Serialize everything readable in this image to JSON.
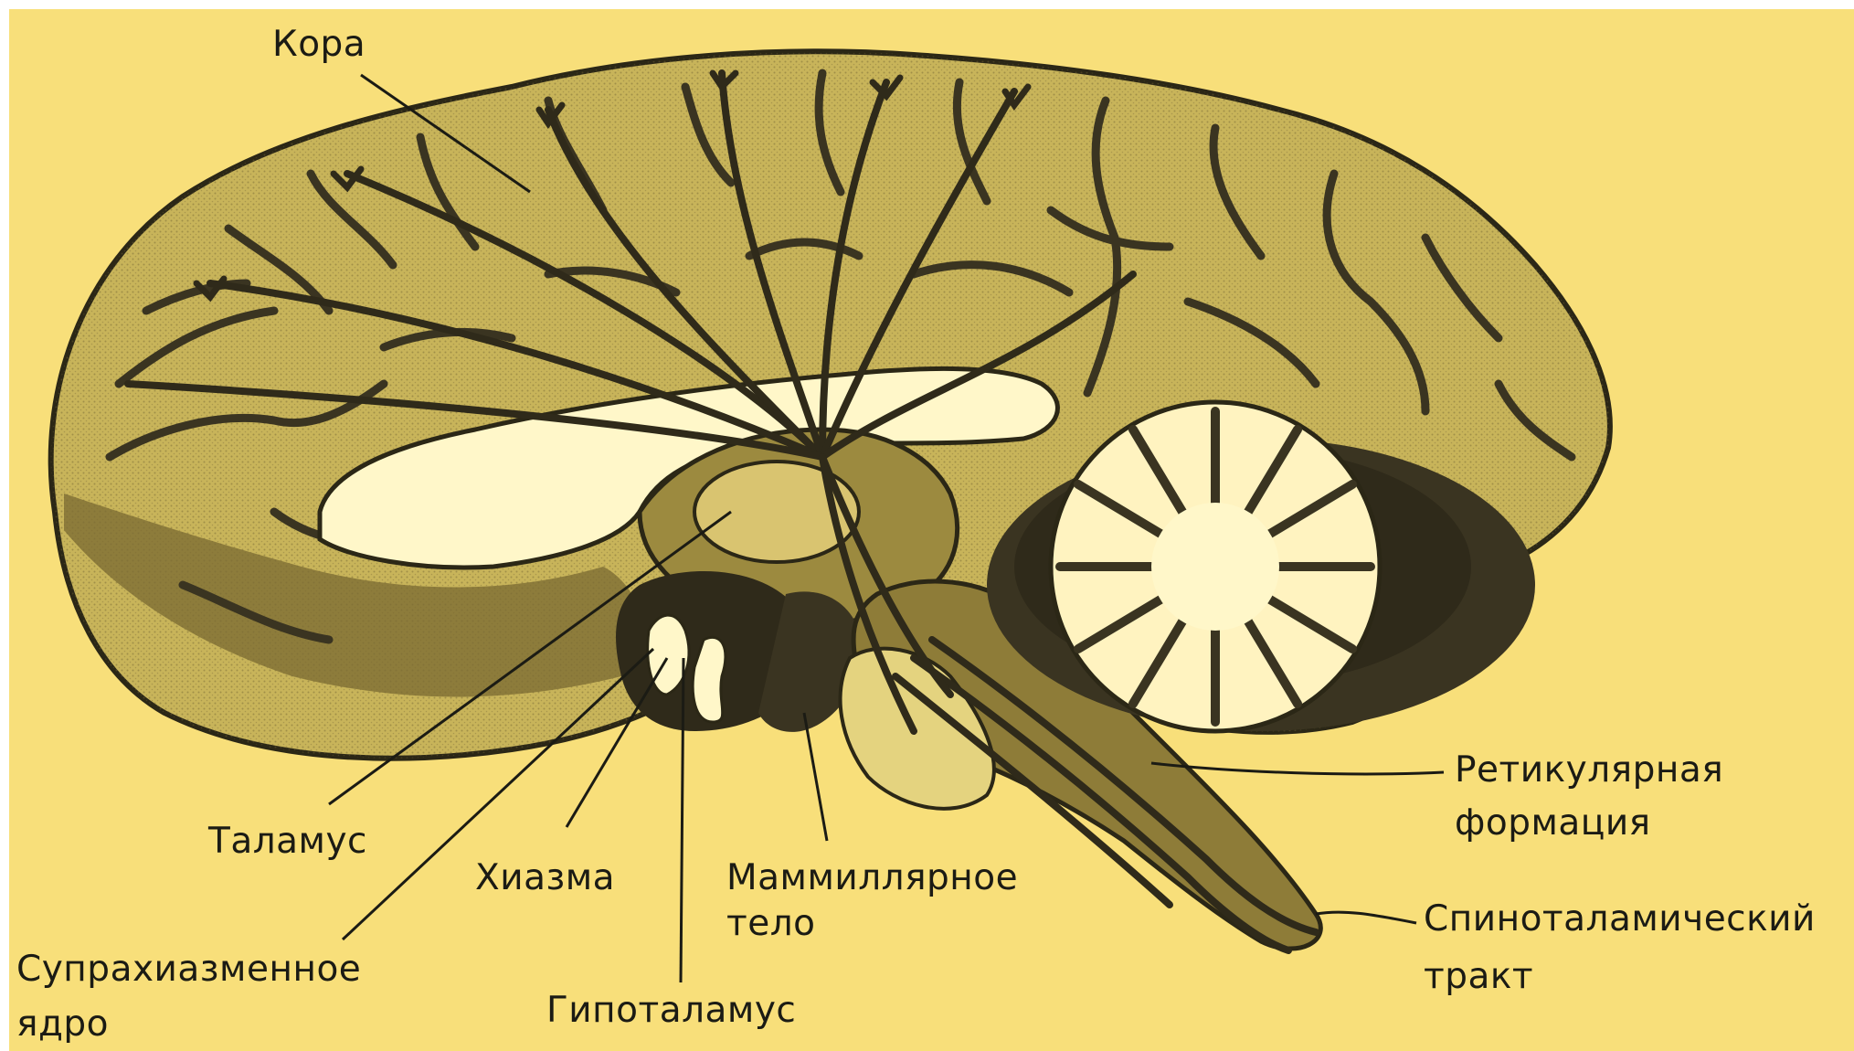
{
  "colors": {
    "background": "#f8df7a",
    "ink": "#1b1b14",
    "cortex_shade": "#b5a24c",
    "deep_shade": "#3a3421",
    "white_matter": "#fff7c9"
  },
  "labels": {
    "cortex": "Кора",
    "thalamus": "Таламус",
    "chiasm": "Хиазма",
    "mammillary_1": "Маммиллярное",
    "mammillary_2": "тело",
    "suprachiasmatic_1": "Супрахиазменное",
    "suprachiasmatic_2": "ядро",
    "hypothalamus": "Гипоталамус",
    "reticular_1": "Ретикулярная",
    "reticular_2": "формация",
    "spinothalamic_1": "Спиноталамический",
    "spinothalamic_2": "тракт"
  }
}
